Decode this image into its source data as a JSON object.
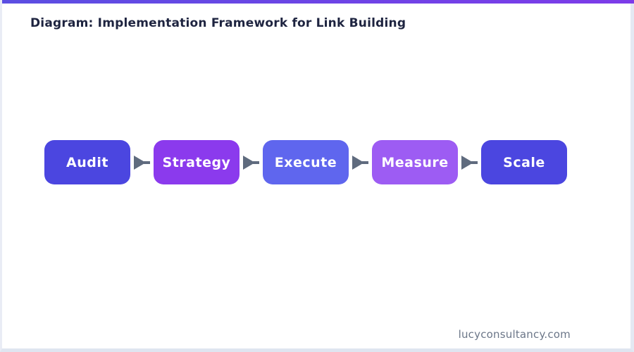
{
  "title": "Diagram: Implementation Framework for Link Building",
  "flow": {
    "steps": [
      {
        "label": "Audit",
        "color": "#4b46e0"
      },
      {
        "label": "Strategy",
        "color": "#8b3aed"
      },
      {
        "label": "Execute",
        "color": "#5f66ee"
      },
      {
        "label": "Measure",
        "color": "#9d5cf3"
      },
      {
        "label": "Scale",
        "color": "#4b46e0"
      }
    ],
    "arrow_color": "#5f6b7e"
  },
  "footer": {
    "text": "lucyconsultancy.com"
  },
  "theme": {
    "topbar_gradient_start": "#5b4ee2",
    "topbar_gradient_end": "#7d3be9",
    "title_color": "#1e2440",
    "footer_color": "#6b7688",
    "frame_border_color": "#e4e9f3"
  }
}
